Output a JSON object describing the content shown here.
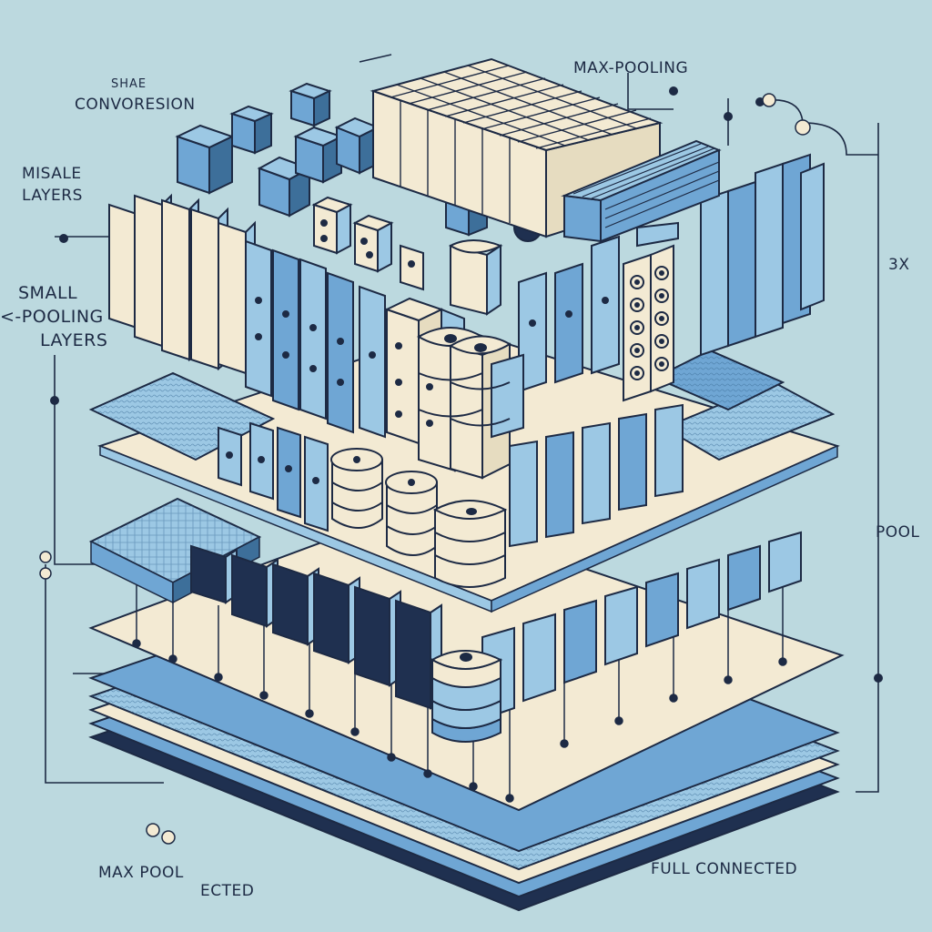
{
  "labels": {
    "shape": "SHAE",
    "conversion": "CONVORESION",
    "max_pooling_top": "MAX-POOLING",
    "misale": "MISALE",
    "layers_1": "LAYERS",
    "small": "SMALL",
    "pooling": "<-POOLING",
    "layers_2": "LAYERS",
    "three_x": "3X",
    "pool_right": "POOL",
    "max_pool_bottom": "MAX POOL",
    "ected": "ECTED",
    "full_connected": "FULL CONNECTED"
  },
  "colors": {
    "background": "#bcd9df",
    "ink": "#1d2a44",
    "cream": "#f3ead3",
    "blue_light": "#9cc8e4",
    "blue_mid": "#6fa6d4",
    "navy": "#1f3050"
  }
}
